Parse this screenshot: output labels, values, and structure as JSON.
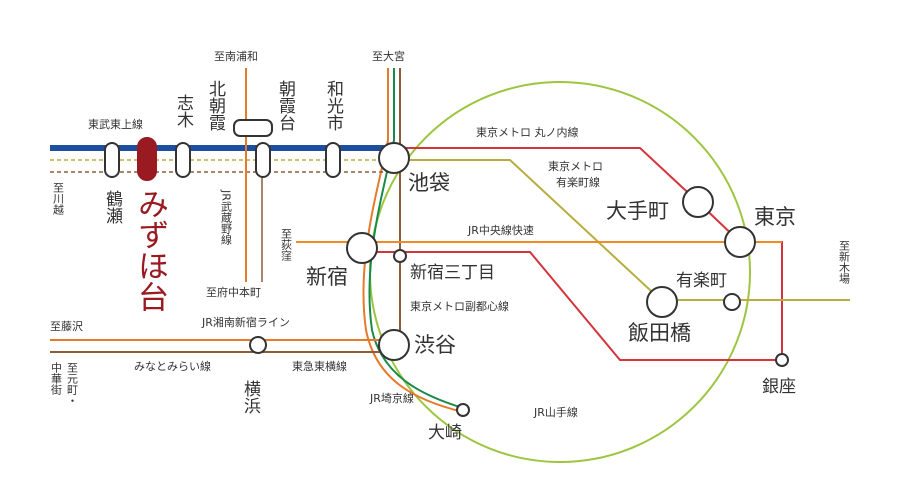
{
  "stations": {
    "ikebukuro": "池袋",
    "shinjuku": "新宿",
    "shibuya": "渋谷",
    "shinjuku_sanchome": "新宿三丁目",
    "otemachi": "大手町",
    "tokyo": "東京",
    "yurakucho": "有楽町",
    "iidabashi": "飯田橋",
    "ginza": "銀座",
    "osaki": "大崎",
    "yokohama": "横浜",
    "wako": "和光市",
    "asakadai": "朝霞台",
    "kitaasaka": "北朝霞",
    "shiki": "志木",
    "tsuruse": "鶴瀬",
    "mizuhodai": "みずほ台"
  },
  "lines": {
    "tobu_tojo": "東武東上線",
    "marunouchi": "東京メトロ 丸ノ内線",
    "yurakucho_1": "東京メトロ",
    "yurakucho_2": "有楽町線",
    "chuo": "JR中央線快速",
    "fukutoshin": "東京メトロ副都心線",
    "shonan": "JR湘南新宿ライン",
    "minatomirai": "みなとみらい線",
    "toyoko": "東急東横線",
    "saikyo": "JR埼京線",
    "yamanote": "JR山手線",
    "musashino": "JR武蔵野線"
  },
  "directions": {
    "minami_urawa": "至南浦和",
    "omiya": "至大宮",
    "kawagoe": "至川越",
    "fuchu_honmachi": "至府中本町",
    "ogikubo": "至荻窪",
    "shin_kiba": "至新木場",
    "fujisawa": "至藤沢",
    "motomachi": "至元町・",
    "chukagai": "中華街"
  },
  "colors": {
    "tojo": "#1c4fa0",
    "marunouchi": "#d6333b",
    "yurakucho": "#b8ad3e",
    "chuo": "#f08a24",
    "fukutoshin": "#8d5c3a",
    "yamanote": "#9dc63f",
    "saikyo": "#1a8a4c",
    "shonan": "#e67a2a",
    "highlight": "#9a1a22"
  }
}
